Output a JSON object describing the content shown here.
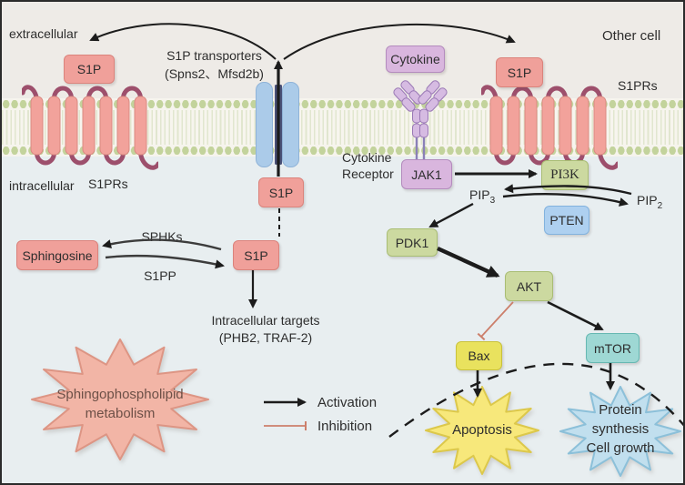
{
  "labels": {
    "extracellular": "extracellular",
    "intracellular": "intracellular",
    "s1prs_left": "S1PRs",
    "s1prs_right": "S1PRs",
    "other_cell": "Other cell",
    "transporters_l1": "S1P transporters",
    "transporters_l2": "(Spns2、Mfsd2b)",
    "cytokine_receptor_l1": "Cytokine",
    "cytokine_receptor_l2": "Receptor",
    "sphks": "SPHKs",
    "s1pp": "S1PP",
    "targets_l1": "Intracellular targets",
    "targets_l2": "(PHB2, TRAF-2)",
    "pip3_base": "PIP",
    "pip3_sub": "3",
    "pip2_base": "PIP",
    "pip2_sub": "2"
  },
  "nodes": {
    "s1p": "S1P",
    "cytokine": "Cytokine",
    "jak1": "JAK1",
    "pi3k": "PI3K",
    "pten": "PTEN",
    "pdk1": "PDK1",
    "akt": "AKT",
    "bax": "Bax",
    "mtor": "mTOR",
    "sphingosine": "Sphingosine"
  },
  "bursts": {
    "metabolism_l1": "Sphingophospholipid",
    "metabolism_l2": "metabolism",
    "apoptosis": "Apoptosis",
    "protein_l1": "Protein",
    "protein_l2": "synthesis",
    "protein_l3": "Cell growth"
  },
  "legend": {
    "activation": "Activation",
    "inhibition": "Inhibition"
  },
  "colors": {
    "s1p_box": "#f0a09a",
    "purple_box": "#d9b6de",
    "kinase_green": "#ccd9a0",
    "pten_blue": "#aed0f0",
    "bax_yellow": "#e9e25e",
    "mtor_teal": "#9ed8d4",
    "metabolism_star": "#f2b5a6",
    "apoptosis_star": "#f7e87b",
    "protein_star": "#c1dfee",
    "membrane_head_green": "#c3d39c",
    "activation_arrow": "#1c1c1c",
    "inhibition_line": "#cc7f6b",
    "extracellular_bg": "#eeebe7",
    "intracellular_bg": "#e8eef0"
  }
}
